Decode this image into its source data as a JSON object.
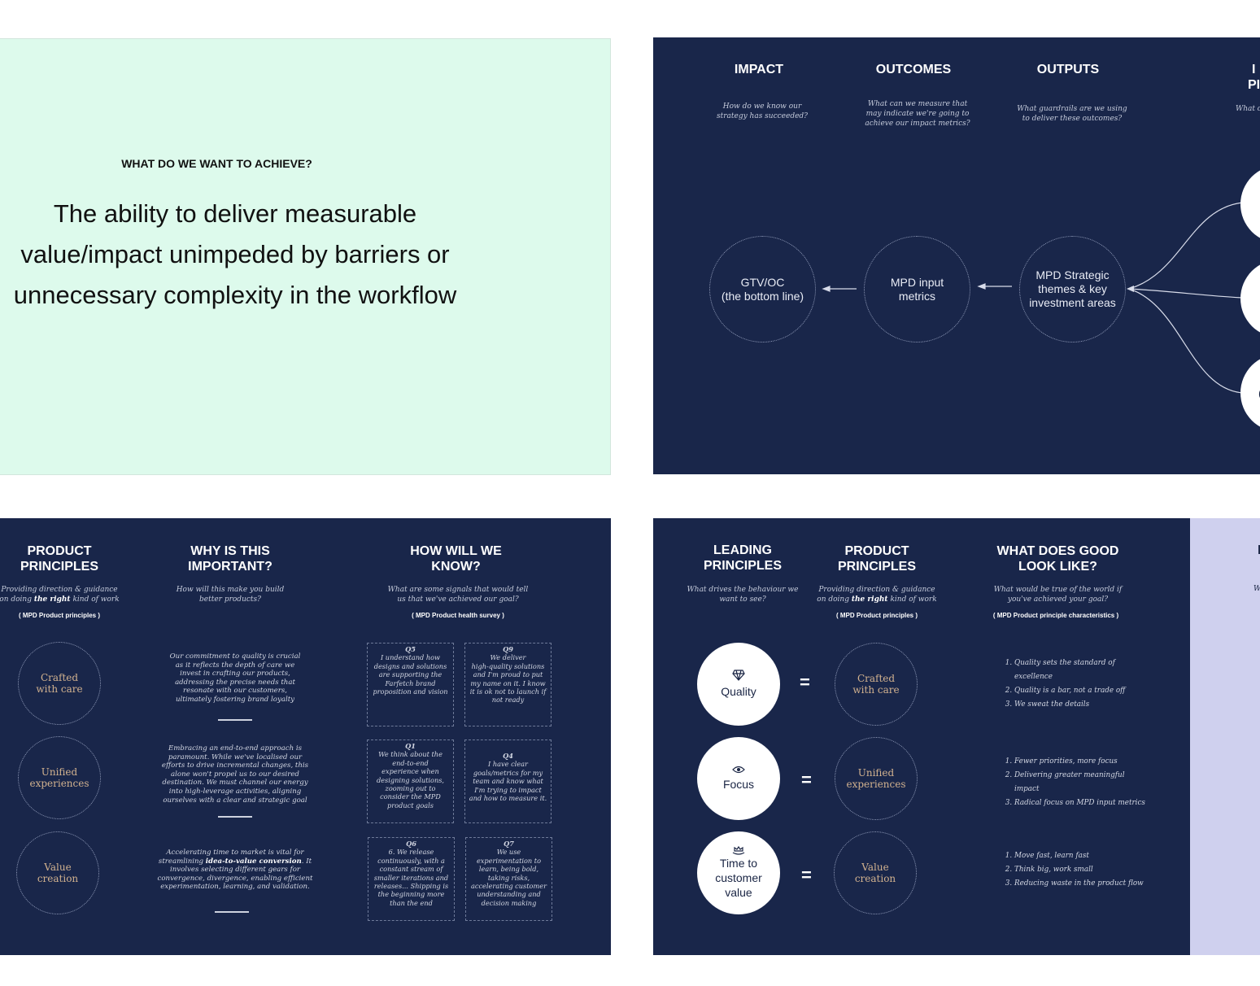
{
  "slide1": {
    "heading": "WHAT DO WE WANT TO ACHIEVE?",
    "statement": "The ability to deliver measurable\nvalue/impact unimpeded by barriers or\nunnecessary complexity in the workflow"
  },
  "slide2": {
    "columns": [
      {
        "title": "IMPACT",
        "subtitle": "How do we know our\nstrategy has succeeded?"
      },
      {
        "title": "OUTCOMES",
        "subtitle": "What can we measure that\nmay indicate we're going to\nachieve our impact metrics?"
      },
      {
        "title": "OUTPUTS",
        "subtitle": "What guardrails are we using\nto deliver these outcomes?"
      }
    ],
    "partial_title_top": "I",
    "partial_title_bottom": "PI",
    "partial_subtitle": "What d",
    "nodes": [
      "GTV/OC\n(the bottom line)",
      "MPD input\nmetrics",
      "MPD Strategic\nthemes & key\ninvestment areas"
    ],
    "partial_white_labels": [
      "",
      "",
      "("
    ]
  },
  "slide3": {
    "columns": [
      {
        "title": "PRODUCT\nPRINCIPLES",
        "subtitle_pre": "Providing direction & guidance\non doing ",
        "subtitle_bold": "the right",
        "subtitle_post": " kind of work",
        "tag": "( MPD Product principles )"
      },
      {
        "title": "WHY IS THIS\nIMPORTANT?",
        "subtitle": "How will this make you build\nbetter products?"
      },
      {
        "title": "HOW WILL WE\nKNOW?",
        "subtitle": "What are some signals that would tell\nus that we've achieved our goal?",
        "tag": "( MPD Product health survey )"
      }
    ],
    "rows": [
      {
        "principle": "Crafted\nwith care",
        "why": "Our commitment to quality is crucial\nas it reflects the depth of care we\ninvest in crafting our products,\naddressing the precise needs that\nresonate with our customers,\nultimately fostering brand loyalty",
        "why_bold": "",
        "questions": [
          {
            "id": "Q5",
            "text": "I understand how\ndesigns and solutions\nare supporting the\nFarfetch brand\nproposition and vision"
          },
          {
            "id": "Q9",
            "text": "We deliver\nhigh-quality solutions\nand I'm proud to put\nmy name on it. I know\nit is ok not to launch if\nnot ready"
          }
        ]
      },
      {
        "principle": "Unified\nexperiences",
        "why": "Embracing an end-to-end approach is\nparamount. While we've localised our\nefforts to drive incremental changes, this\nalone won't propel us to our desired\ndestination. We must channel our energy\ninto high-leverage activities, aligning\nourselves with a clear and strategic goal",
        "why_bold": "",
        "questions": [
          {
            "id": "Q1",
            "text": "We think about the\nend-to-end\nexperience when\ndesigning solutions,\nzooming out to\nconsider the MPD\nproduct goals"
          },
          {
            "id": "Q4",
            "text": "I have clear\ngoals/metrics for my\nteam and know what\nI'm trying to impact\nand how to measure it."
          }
        ]
      },
      {
        "principle": "Value\ncreation",
        "why_pre": "Accelerating time to market is vital for\nstreamlining ",
        "why_bold": "idea-to-value conversion",
        "why_post": ". It\ninvolves selecting different gears for\nconvergence, divergence, enabling efficient\nexperimentation, learning, and validation.",
        "questions": [
          {
            "id": "Q6",
            "text": "6. We release\ncontinuously, with a\nconstant stream of\nsmaller iterations and\nreleases... Shipping is\nthe beginning more\nthan the end"
          },
          {
            "id": "Q7",
            "text": "We use\nexperimentation to\nlearn, being bold,\ntaking risks,\naccelerating customer\nunderstanding and\ndecision making"
          }
        ]
      }
    ]
  },
  "slide4": {
    "columns": [
      {
        "title": "LEADING\nPRINCIPLES",
        "subtitle": "What drives the behaviour we\nwant to see?"
      },
      {
        "title": "PRODUCT\nPRINCIPLES",
        "subtitle_pre": "Providing direction & guidance\non doing ",
        "subtitle_bold": "the right",
        "subtitle_post": " kind of work",
        "tag": "( MPD Product principles )"
      },
      {
        "title": "WHAT DOES GOOD\nLOOK LIKE?",
        "subtitle": "What would be true of the world if\nyou've achieved your goal?",
        "tag": "( MPD Product principle characteristics )"
      }
    ],
    "partial_title": "I",
    "partial_subtitle": "W",
    "equals": "=",
    "rows": [
      {
        "leading": "Quality",
        "icon": "diamond-icon",
        "principle": "Crafted\nwith care",
        "good": [
          "Quality sets the standard of\nexcellence",
          "Quality is a bar, not a trade off",
          "We sweat the details"
        ]
      },
      {
        "leading": "Focus",
        "icon": "eye-icon",
        "principle": "Unified\nexperiences",
        "good": [
          "Fewer priorities, more focus",
          "Delivering greater meaningful\nimpact",
          "Radical focus on MPD input metrics"
        ]
      },
      {
        "leading": "Time to\ncustomer\nvalue",
        "icon": "crown-hand-icon",
        "principle": "Value\ncreation",
        "good": [
          "Move fast, learn fast",
          "Think big, work small",
          "Reducing waste in the product flow"
        ]
      }
    ]
  }
}
